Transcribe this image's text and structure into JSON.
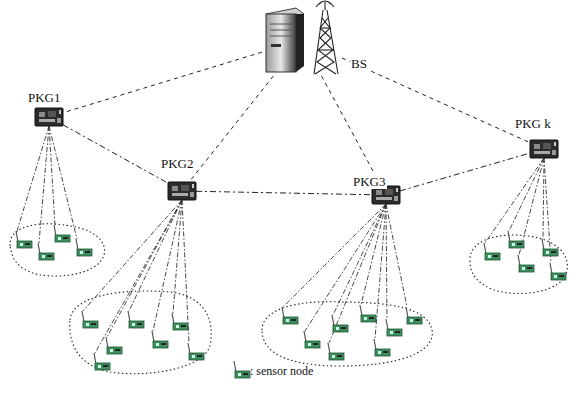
{
  "diagram": {
    "nodes": [
      {
        "text": [
          "BS"
        ]
      },
      {
        "text": [
          "PKG1"
        ]
      },
      {
        "text": [
          "PKG2"
        ]
      },
      {
        "text": [
          "PKG3"
        ]
      },
      {
        "text": [
          "PKG k"
        ]
      }
    ],
    "edges": [
      {
        "from": 0,
        "to": 1,
        "arrow": "none"
      },
      {
        "from": 0,
        "to": 2,
        "arrow": "none"
      },
      {
        "from": 0,
        "to": 3,
        "arrow": "none"
      },
      {
        "from": 0,
        "to": 4,
        "arrow": "none"
      },
      {
        "from": 1,
        "to": 2,
        "arrow": "none"
      },
      {
        "from": 2,
        "to": 3,
        "arrow": "none"
      },
      {
        "from": 3,
        "to": 4,
        "arrow": "none"
      }
    ],
    "legend": [
      {
        "text": ": sensor node"
      }
    ]
  }
}
